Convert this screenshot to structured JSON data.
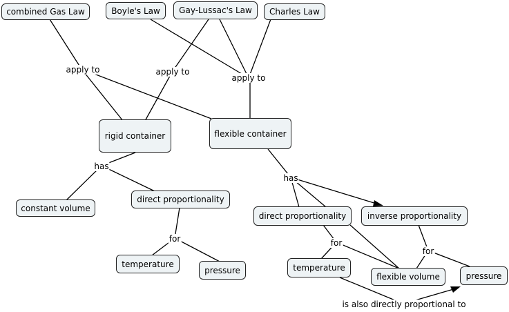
{
  "concept_map": {
    "concepts": {
      "combined_gas_law": "combined Gas Law",
      "boyles_law": "Boyle's Law",
      "gay_lussacs_law": "Gay-Lussac's Law",
      "charles_law": "Charles Law",
      "rigid_container": "rigid container",
      "flexible_container": "flexible container",
      "constant_volume": "constant volume",
      "direct_prop_left": "direct proportionality",
      "temperature_left": "temperature",
      "pressure_left": "pressure",
      "direct_prop_right": "direct proportionality",
      "inverse_prop": "inverse proportionality",
      "temperature_right": "temperature",
      "flexible_volume": "flexible volume",
      "pressure_right": "pressure"
    },
    "linking_phrases": {
      "apply_to_1": "apply to",
      "apply_to_2": "apply to",
      "apply_to_3": "apply to",
      "has_left": "has",
      "has_right": "has",
      "for_left": "for",
      "for_mid": "for",
      "for_right": "for",
      "also_prop": "is also directly proportional to"
    }
  }
}
